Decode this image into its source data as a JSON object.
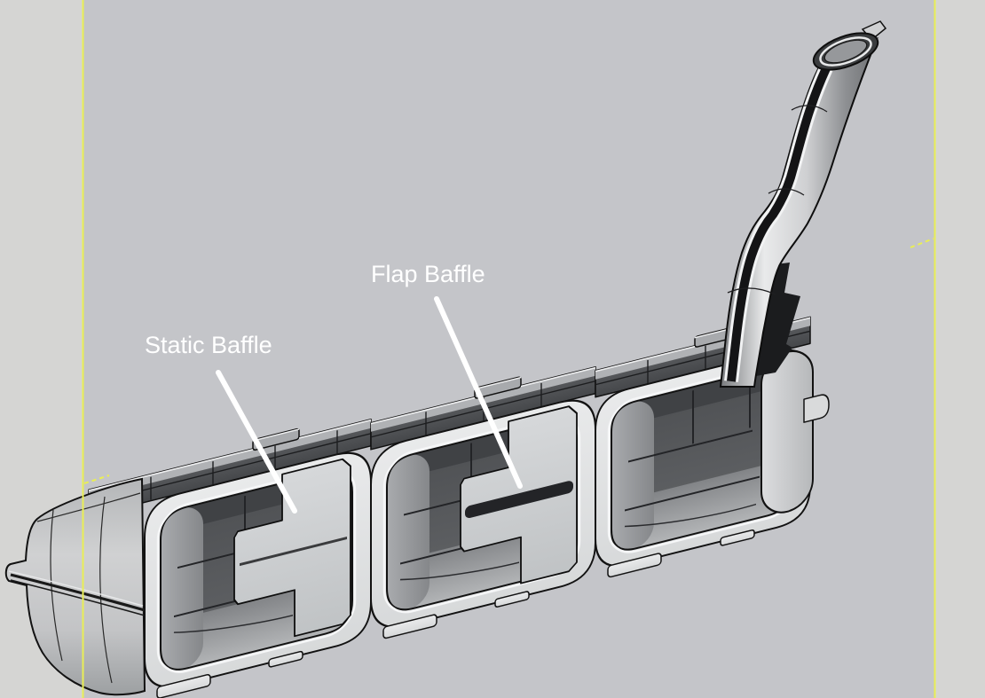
{
  "view": {
    "type": "cad-section-view",
    "subject": "Sectioned vehicle fuel tank with internal baffles and filler neck"
  },
  "annotations": {
    "static_baffle": {
      "label": "Static Baffle"
    },
    "flap_baffle": {
      "label": "Flap Baffle"
    }
  },
  "colors": {
    "background_viewport": "#c4c5c9",
    "background_margin": "#d5d5d3",
    "section_guide": "#e9ee55",
    "annotation_text": "#ffffff",
    "annotation_leader": "#ffffff",
    "model_cut_face": "#e3e4e5",
    "model_baffle_face": "#ced0d2",
    "model_dark_interior": "#55575a",
    "model_shell_light": "#d0d1d2",
    "model_outline": "#121212"
  }
}
